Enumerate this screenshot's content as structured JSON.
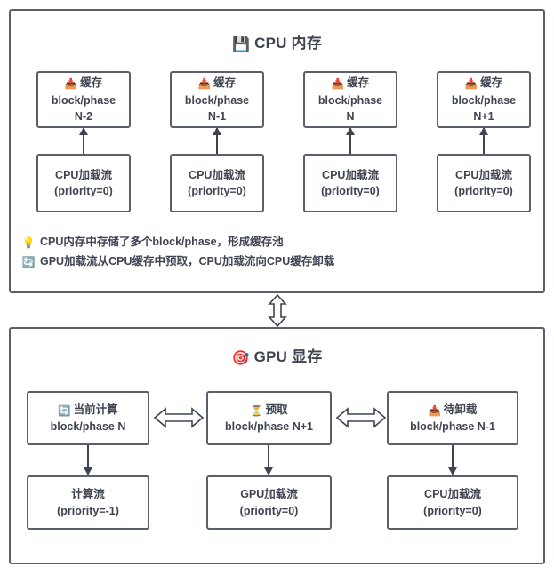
{
  "cpu_panel": {
    "title": "CPU 内存",
    "title_icon": "💾",
    "title_icon_name": "floppy-disk-icon",
    "columns": [
      {
        "cache": {
          "icon": "📥",
          "icon_name": "inbox-tray-icon",
          "label": "缓存",
          "line2": "block/phase",
          "line3": "N-2"
        },
        "stream": {
          "line1": "CPU加载流",
          "line2": "(priority=0)"
        }
      },
      {
        "cache": {
          "icon": "📥",
          "icon_name": "inbox-tray-icon",
          "label": "缓存",
          "line2": "block/phase",
          "line3": "N-1"
        },
        "stream": {
          "line1": "CPU加载流",
          "line2": "(priority=0)"
        }
      },
      {
        "cache": {
          "icon": "📥",
          "icon_name": "inbox-tray-icon",
          "label": "缓存",
          "line2": "block/phase",
          "line3": "N"
        },
        "stream": {
          "line1": "CPU加载流",
          "line2": "(priority=0)"
        }
      },
      {
        "cache": {
          "icon": "📥",
          "icon_name": "inbox-tray-icon",
          "label": "缓存",
          "line2": "block/phase",
          "line3": "N+1"
        },
        "stream": {
          "line1": "CPU加载流",
          "line2": "(priority=0)"
        }
      }
    ],
    "legend": [
      {
        "icon": "💡",
        "icon_name": "light-bulb-icon",
        "text": "CPU内存中存储了多个block/phase，形成缓存池"
      },
      {
        "icon": "🔄",
        "icon_name": "sync-arrows-icon",
        "text": "GPU加载流从CPU缓存中预取，CPU加载流向CPU缓存卸载"
      }
    ]
  },
  "gpu_panel": {
    "title": "GPU 显存",
    "title_icon": "🎯",
    "title_icon_name": "dart-target-icon",
    "columns": [
      {
        "top": {
          "icon": "🔄",
          "icon_name": "sync-arrows-icon",
          "label": "当前计算",
          "line2": "block/phase N"
        },
        "bottom": {
          "line1": "计算流",
          "line2": "(priority=-1)"
        }
      },
      {
        "top": {
          "icon": "⏳",
          "icon_name": "hourglass-icon",
          "label": "预取",
          "line2": "block/phase N+1"
        },
        "bottom": {
          "line1": "GPU加载流",
          "line2": "(priority=0)"
        }
      },
      {
        "top": {
          "icon": "📥",
          "icon_name": "inbox-tray-icon",
          "label": "待卸载",
          "line2": "block/phase N-1"
        },
        "bottom": {
          "line1": "CPU加载流",
          "line2": "(priority=0)"
        }
      }
    ]
  },
  "connectors": {
    "panel_link_name": "cpu-gpu-bidirectional-arrow",
    "cur_pref_link_name": "current-prefetch-bidirectional-arrow",
    "pref_evict_link_name": "prefetch-evict-bidirectional-arrow"
  },
  "colors": {
    "stroke": "#5a5f6b",
    "text": "#3f4450",
    "background": "#ffffff"
  }
}
